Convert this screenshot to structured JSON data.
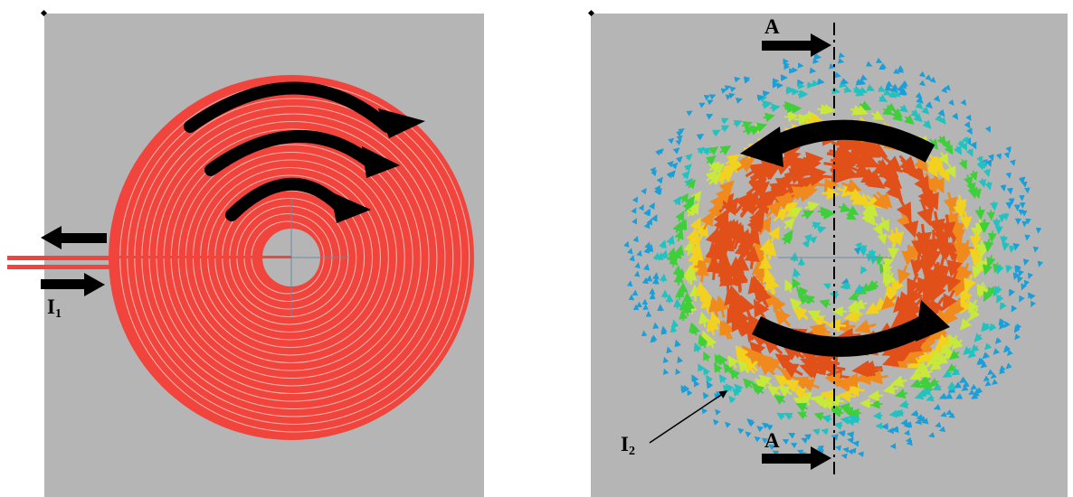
{
  "figure": {
    "left_panel": {
      "current_label": "I",
      "current_subscript": "1",
      "coil_color": "#f0443c",
      "background_color": "#b5b5b5"
    },
    "right_panel": {
      "current_label": "I",
      "current_subscript": "2",
      "section_label_top": "A",
      "section_label_bottom": "A",
      "vector_colors": [
        "#1a9fd8",
        "#21c2c0",
        "#3fcf3a",
        "#c8e83a",
        "#f2d21e",
        "#f08a1c",
        "#e2501a"
      ],
      "background_color": "#b5b5b5"
    }
  }
}
